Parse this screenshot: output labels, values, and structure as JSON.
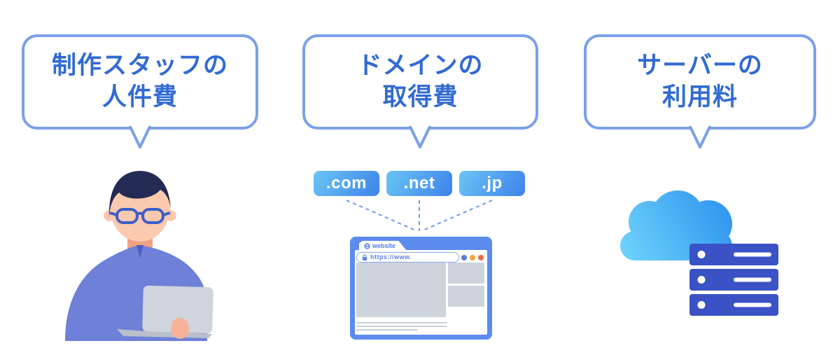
{
  "figure": {
    "bubbles": [
      {
        "text": "制作スタッフの\n人件費"
      },
      {
        "text": "ドメインの\n取得費"
      },
      {
        "text": "サーバーの\n利用料"
      }
    ],
    "domain_pills": [
      ".com",
      ".net",
      ".jp"
    ],
    "browser": {
      "tab_label": "website",
      "url": "https://www.",
      "tab_icon": "globe-icon",
      "address_icon": "lock-icon"
    },
    "illustrations": {
      "left": "person-with-laptop",
      "middle": "browser-window",
      "right": "cloud-and-server-rack"
    },
    "colors": {
      "bubble_border": "#7aa0ea",
      "bubble_text": "#316ad3",
      "pill_gradient_start": "#6ac5f5",
      "pill_gradient_end": "#3e82ea",
      "dashed_line": "#7099e8",
      "browser_frame": "#5c8bf0",
      "content_gray": "#ced4dc",
      "dot_blue": "#5b7ce0",
      "dot_orange": "#f5a43c",
      "dot_red": "#ee6a45",
      "server_blue": "#3b51c6",
      "cloud_gradient_start": "#6fd4fb",
      "cloud_gradient_end": "#2e93ee",
      "shirt": "#6e80d8",
      "hair": "#232b54",
      "skin": "#fbc9ae",
      "laptop": "#cfd5dc"
    }
  }
}
